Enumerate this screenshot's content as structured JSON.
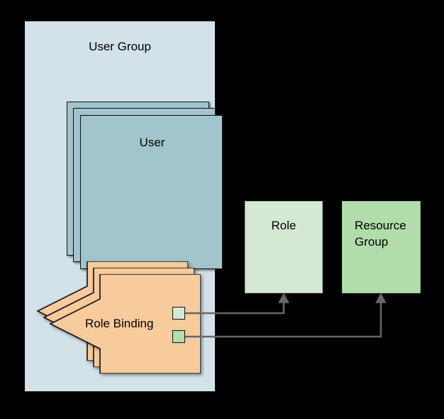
{
  "diagram": {
    "title": "RBAC role binding diagram",
    "background_color": "#000000"
  },
  "user_group": {
    "label": "User Group",
    "fill": "#d3e1e8",
    "users": {
      "label": "User",
      "fill": "#a2c4cc",
      "stack_count": 3
    }
  },
  "role_binding": {
    "label": "Role Binding",
    "fill": "#f8cb9c",
    "stack_count": 3,
    "ports": [
      {
        "name": "role-port",
        "fill": "#d5e8d4"
      },
      {
        "name": "resource-group-port",
        "fill": "#b1ddaa"
      }
    ]
  },
  "targets": [
    {
      "label": "Role",
      "fill": "#d5e8d4"
    },
    {
      "label": "Resource Group",
      "fill": "#b1ddaa"
    }
  ],
  "connectors": [
    {
      "name": "rolebinding-to-role",
      "from": "role-port",
      "to": "Role",
      "color": "#666666"
    },
    {
      "name": "rolebinding-to-resource-group",
      "from": "resource-group-port",
      "to": "Resource Group",
      "color": "#666666"
    }
  ]
}
